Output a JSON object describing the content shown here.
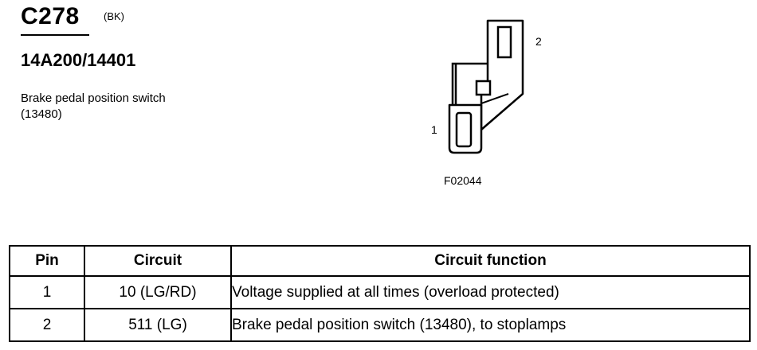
{
  "header": {
    "connector_id": "C278",
    "color_code": "(BK)",
    "part_number": "14A200/14401",
    "description": "Brake pedal position switch (13480)"
  },
  "diagram": {
    "pin1_label": "1",
    "pin2_label": "2",
    "figure_code": "F02044"
  },
  "table": {
    "headers": {
      "pin": "Pin",
      "circuit": "Circuit",
      "function": "Circuit function"
    },
    "rows": [
      {
        "pin": "1",
        "circuit": "10 (LG/RD)",
        "function": "Voltage supplied at all times (overload protected)"
      },
      {
        "pin": "2",
        "circuit": "511 (LG)",
        "function": "Brake pedal position switch (13480), to stoplamps"
      }
    ]
  }
}
